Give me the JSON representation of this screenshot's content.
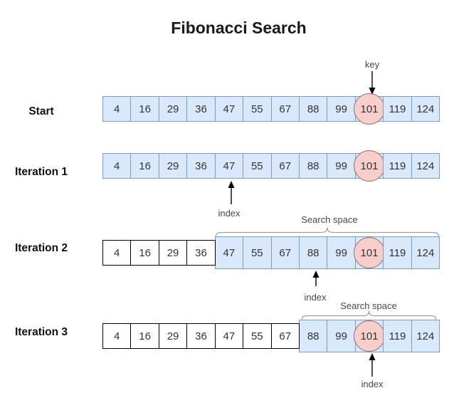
{
  "title": "Fibonacci Search",
  "array_values": [
    4,
    16,
    29,
    36,
    47,
    55,
    67,
    88,
    99,
    101,
    119,
    124
  ],
  "key_value": 101,
  "rows": [
    {
      "label": "Start",
      "excluded_values": [],
      "search_space": [
        4,
        16,
        29,
        36,
        47,
        55,
        67,
        88,
        99,
        101,
        119,
        124
      ]
    },
    {
      "label": "Iteration 1",
      "excluded_values": [],
      "search_space": [
        4,
        16,
        29,
        36,
        47,
        55,
        67,
        88,
        99,
        101,
        119,
        124
      ],
      "index_pointer_value": 47
    },
    {
      "label": "Iteration 2",
      "excluded_values": [
        4,
        16,
        29,
        36
      ],
      "search_space": [
        47,
        55,
        67,
        88,
        99,
        101,
        119,
        124
      ],
      "index_pointer_value": 88
    },
    {
      "label": "Iteration 3",
      "excluded_values": [
        4,
        16,
        29,
        36,
        47,
        55,
        67
      ],
      "search_space": [
        88,
        99,
        101,
        119,
        124
      ],
      "index_pointer_value": 101
    }
  ],
  "annotations": {
    "key_label": "key",
    "index_label": "index",
    "search_space_label": "Search space"
  },
  "colors": {
    "cell_fill": "#dae8fc",
    "cell_border": "#7f9db9",
    "excluded_cell_fill": "#ffffff",
    "excluded_cell_border": "#000000",
    "key_circle_fill": "#f8cecc",
    "key_circle_border": "#8d6e6b",
    "brace_stroke": "#9e9e9e",
    "arrow_stroke": "#000000"
  }
}
